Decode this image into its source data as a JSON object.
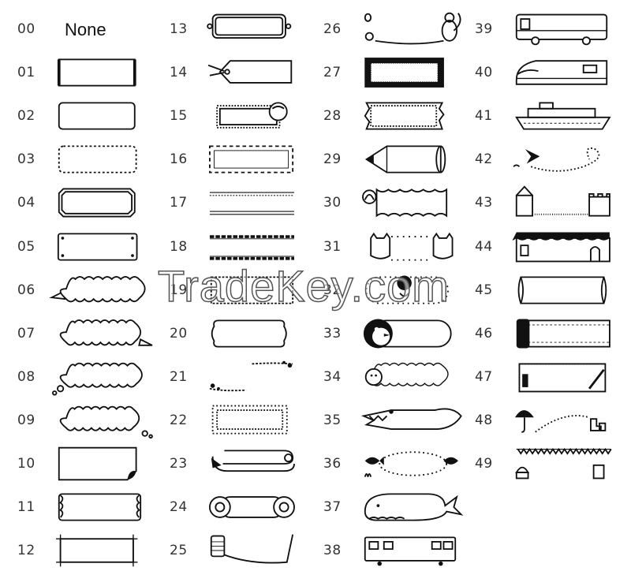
{
  "none_label": "None",
  "watermark": "TradeKey.com",
  "columns": [
    [
      {
        "num": "00",
        "icon": "none"
      },
      {
        "num": "01",
        "icon": "plain-rectangle-frame-icon"
      },
      {
        "num": "02",
        "icon": "rounded-rectangle-frame-icon"
      },
      {
        "num": "03",
        "icon": "dashed-frame-icon"
      },
      {
        "num": "04",
        "icon": "double-octagon-frame-icon"
      },
      {
        "num": "05",
        "icon": "riveted-plate-frame-icon"
      },
      {
        "num": "06",
        "icon": "cloud-speech-bubble-left-icon"
      },
      {
        "num": "07",
        "icon": "cloud-speech-bubble-right-icon"
      },
      {
        "num": "08",
        "icon": "thought-bubble-left-icon"
      },
      {
        "num": "09",
        "icon": "thought-bubble-right-icon"
      },
      {
        "num": "10",
        "icon": "curled-paper-frame-icon"
      },
      {
        "num": "11",
        "icon": "lace-corner-frame-icon"
      },
      {
        "num": "12",
        "icon": "crossed-line-frame-icon"
      }
    ],
    [
      {
        "num": "13",
        "icon": "hanging-sign-frame-icon"
      },
      {
        "num": "14",
        "icon": "luggage-tag-frame-icon"
      },
      {
        "num": "15",
        "icon": "postage-stamp-frame-icon"
      },
      {
        "num": "16",
        "icon": "striped-border-frame-icon"
      },
      {
        "num": "17",
        "icon": "double-line-frame-icon"
      },
      {
        "num": "18",
        "icon": "chain-border-frame-icon"
      },
      {
        "num": "19",
        "icon": "knit-border-frame-icon"
      },
      {
        "num": "20",
        "icon": "scalloped-plaque-frame-icon"
      },
      {
        "num": "21",
        "icon": "floral-corner-frame-icon"
      },
      {
        "num": "22",
        "icon": "flower-border-frame-icon"
      },
      {
        "num": "23",
        "icon": "safety-pin-frame-icon"
      },
      {
        "num": "24",
        "icon": "cassette-tape-frame-icon"
      },
      {
        "num": "25",
        "icon": "needle-thread-frame-icon"
      }
    ],
    [
      {
        "num": "26",
        "icon": "squirrel-acorn-frame-icon"
      },
      {
        "num": "27",
        "icon": "gingham-frame-icon"
      },
      {
        "num": "28",
        "icon": "torn-paper-frame-icon"
      },
      {
        "num": "29",
        "icon": "pencil-frame-icon"
      },
      {
        "num": "30",
        "icon": "wavy-bell-frame-icon"
      },
      {
        "num": "31",
        "icon": "cats-paw-frame-icon"
      },
      {
        "num": "32",
        "icon": "bird-flower-frame-icon"
      },
      {
        "num": "33",
        "icon": "penguin-frame-icon"
      },
      {
        "num": "34",
        "icon": "sheep-cloud-frame-icon"
      },
      {
        "num": "35",
        "icon": "crocodile-frame-icon"
      },
      {
        "num": "36",
        "icon": "fish-bubble-frame-icon"
      },
      {
        "num": "37",
        "icon": "whale-frame-icon"
      },
      {
        "num": "38",
        "icon": "train-carriage-frame-icon"
      }
    ],
    [
      {
        "num": "39",
        "icon": "bus-frame-icon"
      },
      {
        "num": "40",
        "icon": "bullet-train-frame-icon"
      },
      {
        "num": "41",
        "icon": "ship-frame-icon"
      },
      {
        "num": "42",
        "icon": "airplane-trail-frame-icon"
      },
      {
        "num": "43",
        "icon": "castle-frame-icon"
      },
      {
        "num": "44",
        "icon": "shop-awning-frame-icon"
      },
      {
        "num": "45",
        "icon": "scroll-frame-icon"
      },
      {
        "num": "46",
        "icon": "film-roll-frame-icon"
      },
      {
        "num": "47",
        "icon": "notepad-paint-frame-icon"
      },
      {
        "num": "48",
        "icon": "umbrella-boots-frame-icon"
      },
      {
        "num": "49",
        "icon": "bunting-basket-frame-icon"
      }
    ]
  ]
}
